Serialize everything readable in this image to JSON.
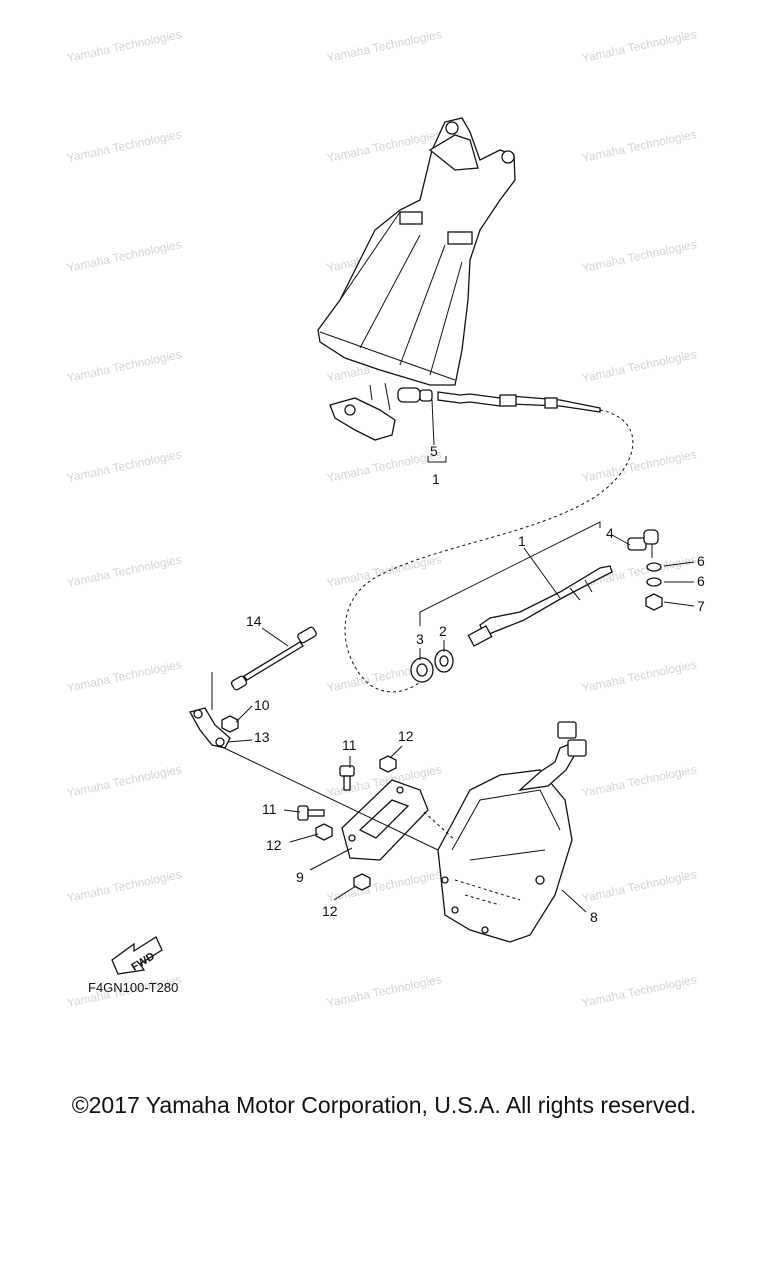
{
  "diagram": {
    "callouts": [
      {
        "id": "c1a",
        "text": "1"
      },
      {
        "id": "c1b",
        "text": "1"
      },
      {
        "id": "c2",
        "text": "2"
      },
      {
        "id": "c3",
        "text": "3"
      },
      {
        "id": "c4",
        "text": "4"
      },
      {
        "id": "c5",
        "text": "5"
      },
      {
        "id": "c6a",
        "text": "6"
      },
      {
        "id": "c6b",
        "text": "6"
      },
      {
        "id": "c7",
        "text": "7"
      },
      {
        "id": "c8",
        "text": "8"
      },
      {
        "id": "c9",
        "text": "9"
      },
      {
        "id": "c10",
        "text": "10"
      },
      {
        "id": "c11a",
        "text": "11"
      },
      {
        "id": "c11b",
        "text": "11"
      },
      {
        "id": "c12a",
        "text": "12"
      },
      {
        "id": "c12b",
        "text": "12"
      },
      {
        "id": "c12c",
        "text": "12"
      },
      {
        "id": "c13",
        "text": "13"
      },
      {
        "id": "c14",
        "text": "14"
      }
    ],
    "fwd_label": "FWD",
    "drawing_code": "F4GN100-T280",
    "watermark_text": "Yamaha Technologies"
  },
  "footer": {
    "copyright": "©2017 Yamaha Motor Corporation, U.S.A. All rights reserved."
  }
}
